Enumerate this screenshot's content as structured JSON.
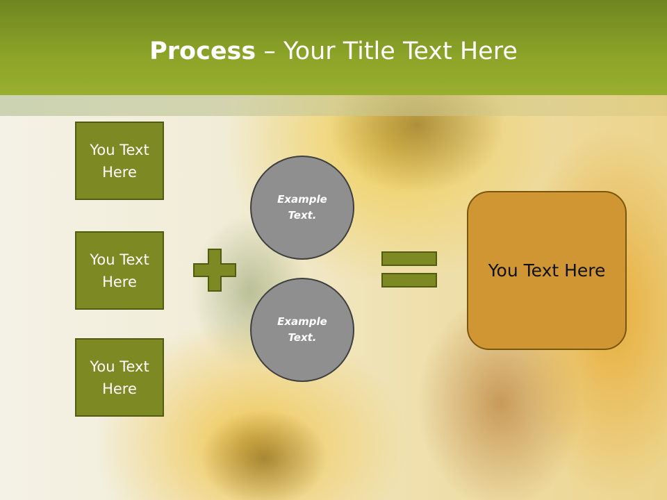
{
  "title": {
    "bold": "Process",
    "rest": " – Your Title Text Here"
  },
  "left_boxes": [
    "You Text Here",
    "You Text Here",
    "You Text Here"
  ],
  "circles": [
    "Example Text.",
    "Example Text."
  ],
  "result": {
    "label": "You Text Here"
  },
  "colors": {
    "title_bar": "#8ca428",
    "box_fill": "#7d8a23",
    "circle_fill": "#8f8f8f",
    "result_fill": "#cf9633"
  },
  "icons": {
    "operator_plus": "plus-icon",
    "operator_equals": "equals-icon"
  }
}
